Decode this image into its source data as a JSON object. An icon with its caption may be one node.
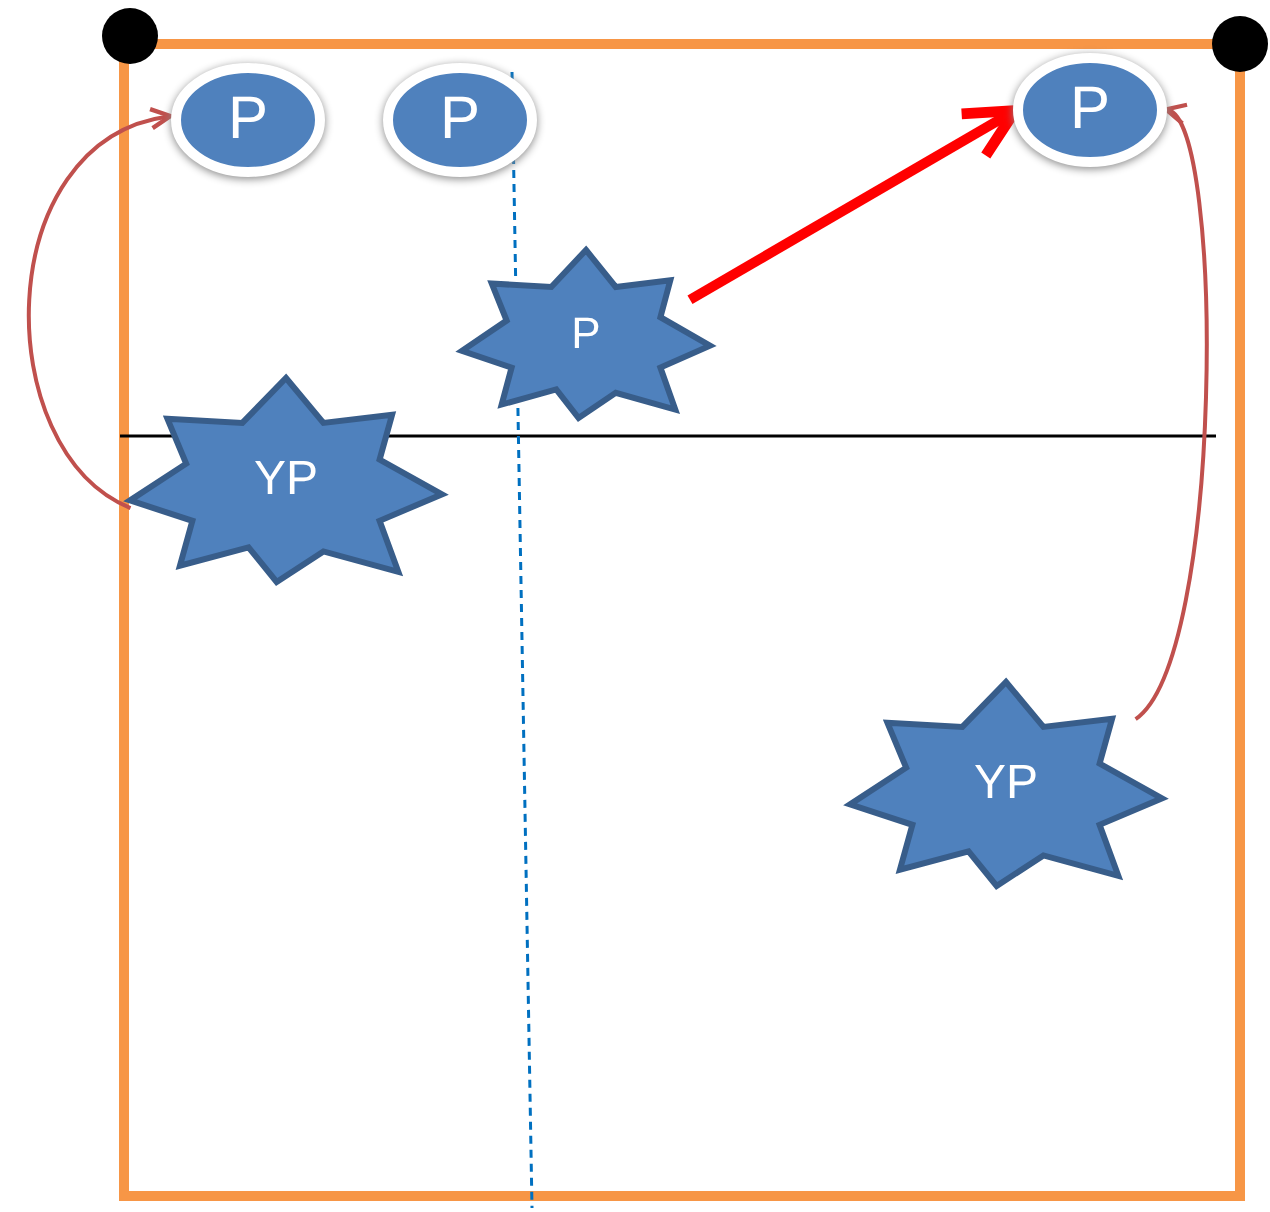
{
  "diagram": {
    "nodes": [
      {
        "text": [
          "P"
        ]
      },
      {
        "text": [
          "P"
        ]
      },
      {
        "text": [
          "P"
        ]
      },
      {
        "text": [
          "P"
        ]
      },
      {
        "text": [
          "YP"
        ]
      },
      {
        "text": [
          "YP"
        ]
      }
    ],
    "edges": [
      {
        "from": 4,
        "to": 0,
        "arrow": "to"
      },
      {
        "from": 3,
        "to": 2,
        "arrow": "to",
        "style": "thick",
        "color": "#ff0000"
      },
      {
        "from": 5,
        "to": 2,
        "arrow": "to"
      }
    ]
  }
}
